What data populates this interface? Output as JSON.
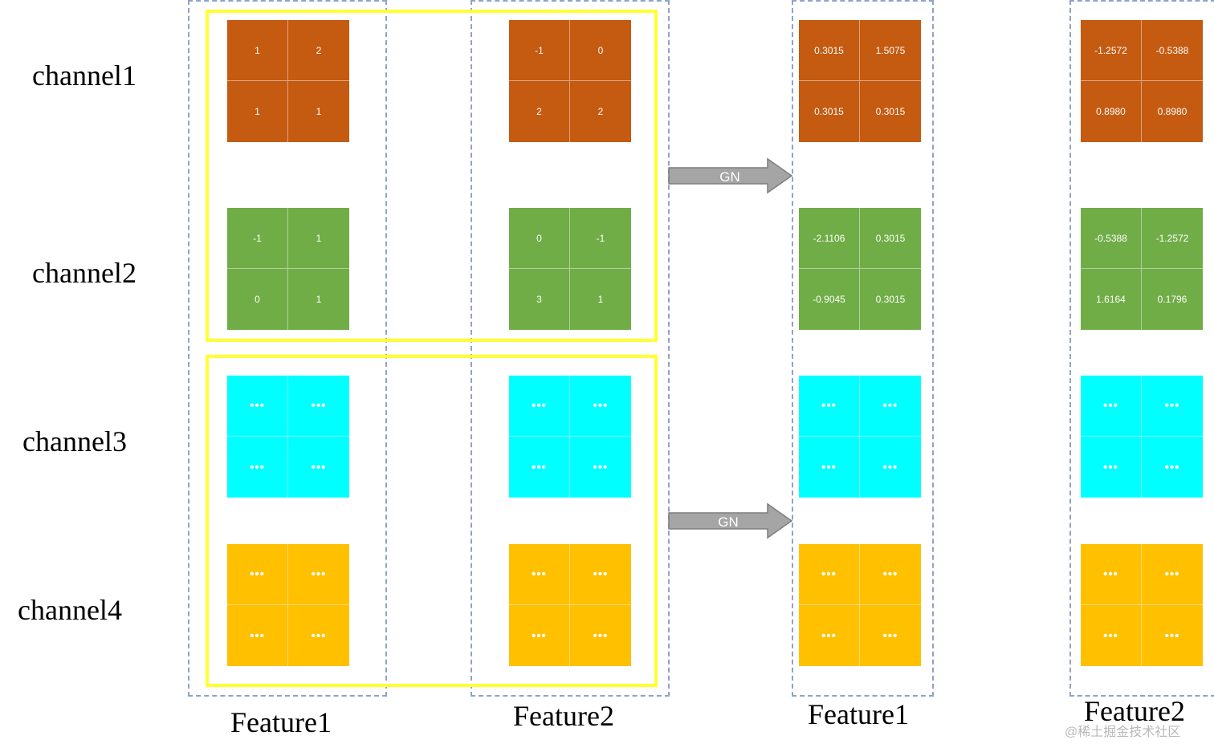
{
  "colors": {
    "channel1": "#c55a11",
    "channel2": "#70ad47",
    "channel3": "#00ffff",
    "channel4": "#ffc000",
    "group_box": "#ffff33",
    "dashed": "#8ea3c8",
    "arrow": "#a5a5a5"
  },
  "channels": [
    "channel1",
    "channel2",
    "channel3",
    "channel4"
  ],
  "arrows": [
    "GN",
    "GN"
  ],
  "input": {
    "feature1": {
      "label": "Feature1",
      "channel1": [
        "1",
        "2",
        "1",
        "1"
      ],
      "channel2": [
        "-1",
        "1",
        "0",
        "1"
      ],
      "channel3": [
        "•••",
        "•••",
        "•••",
        "•••"
      ],
      "channel4": [
        "•••",
        "•••",
        "•••",
        "•••"
      ]
    },
    "feature2": {
      "label": "Feature2",
      "channel1": [
        "-1",
        "0",
        "2",
        "2"
      ],
      "channel2": [
        "0",
        "-1",
        "3",
        "1"
      ],
      "channel3": [
        "•••",
        "•••",
        "•••",
        "•••"
      ],
      "channel4": [
        "•••",
        "•••",
        "•••",
        "•••"
      ]
    }
  },
  "output": {
    "feature1": {
      "label": "Feature1",
      "channel1": [
        "0.3015",
        "1.5075",
        "0.3015",
        "0.3015"
      ],
      "channel2": [
        "-2.1106",
        "0.3015",
        "-0.9045",
        "0.3015"
      ],
      "channel3": [
        "•••",
        "•••",
        "•••",
        "•••"
      ],
      "channel4": [
        "•••",
        "•••",
        "•••",
        "•••"
      ]
    },
    "feature2": {
      "label": "Feature2",
      "channel1": [
        "-1.2572",
        "-0.5388",
        "0.8980",
        "0.8980"
      ],
      "channel2": [
        "-0.5388",
        "-1.2572",
        "1.6164",
        "0.1796"
      ],
      "channel3": [
        "•••",
        "•••",
        "•••",
        "•••"
      ],
      "channel4": [
        "•••",
        "•••",
        "•••",
        "•••"
      ]
    }
  },
  "watermark": "@稀土掘金技术社区"
}
